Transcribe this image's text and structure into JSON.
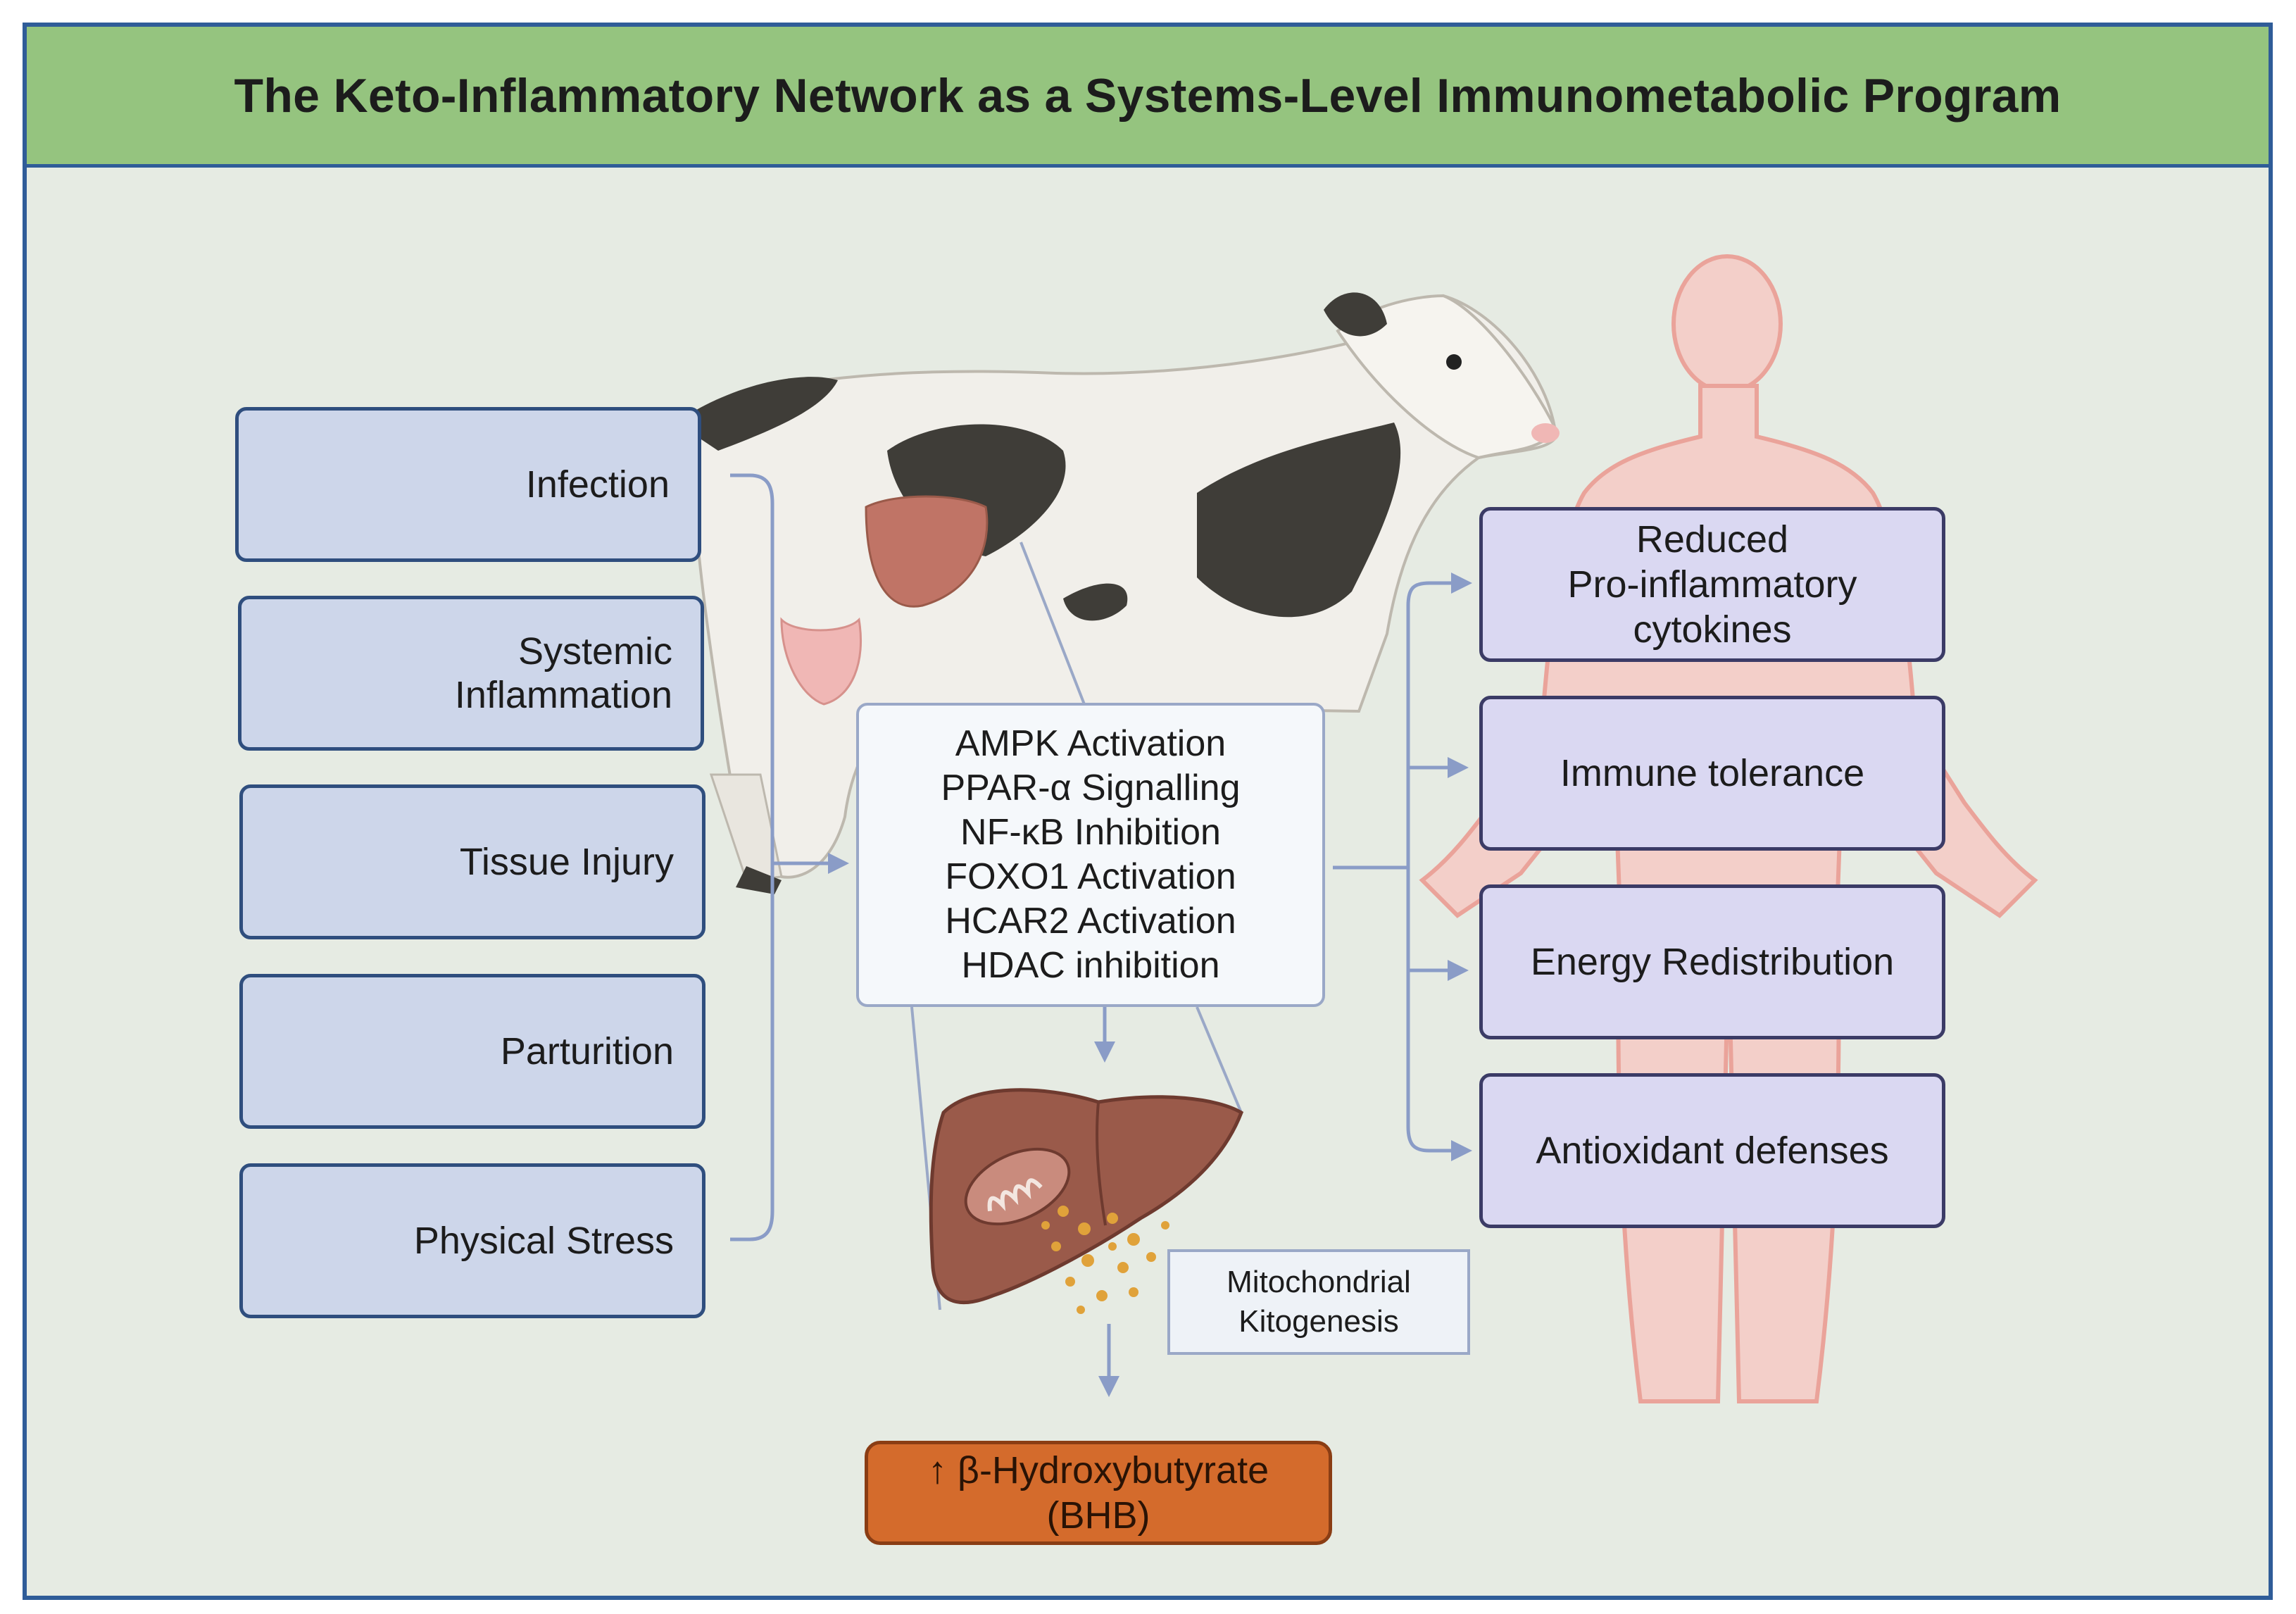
{
  "header": {
    "title": "The Keto-Inflammatory Network as a Systems-Level Immunometabolic Program"
  },
  "triggers": [
    {
      "lines": [
        "Infection"
      ],
      "icon": "virus-particles-icon"
    },
    {
      "lines": [
        "Systemic",
        "Inflammation"
      ],
      "icon": "immune-cells-icon"
    },
    {
      "lines": [
        "Tissue Injury"
      ],
      "icon": "wound-icon"
    },
    {
      "lines": [
        "Parturition"
      ],
      "icon": "fetus-icon"
    },
    {
      "lines": [
        "Physical Stress"
      ],
      "icon": "stressed-brain-icon"
    }
  ],
  "mechanisms": [
    "AMPK Activation",
    "PPAR-α Signalling",
    "NF-κB Inhibition",
    "FOXO1 Activation",
    "HCAR2 Activation",
    "HDAC inhibition"
  ],
  "mitochondrial": [
    "Mitochondrial",
    "Kitogenesis"
  ],
  "bhb": [
    "↑ β-Hydroxybutyrate",
    "(BHB)"
  ],
  "outcomes": [
    {
      "lines": [
        "Reduced",
        "Pro-inflammatory",
        "cytokines"
      ]
    },
    {
      "lines": [
        "Immune tolerance"
      ]
    },
    {
      "lines": [
        "Energy Redistribution"
      ]
    },
    {
      "lines": [
        "Antioxidant defenses"
      ]
    }
  ],
  "colors": {
    "header": "#95c47f",
    "border": "#2f5c98",
    "background": "#e6ebe3",
    "trigger_fill": "#cdd6ea",
    "outcome_fill": "#dad8f2",
    "bhb_fill": "#d46b2c",
    "arrow": "#8a9cc7",
    "liver": "#9a5a4a"
  }
}
